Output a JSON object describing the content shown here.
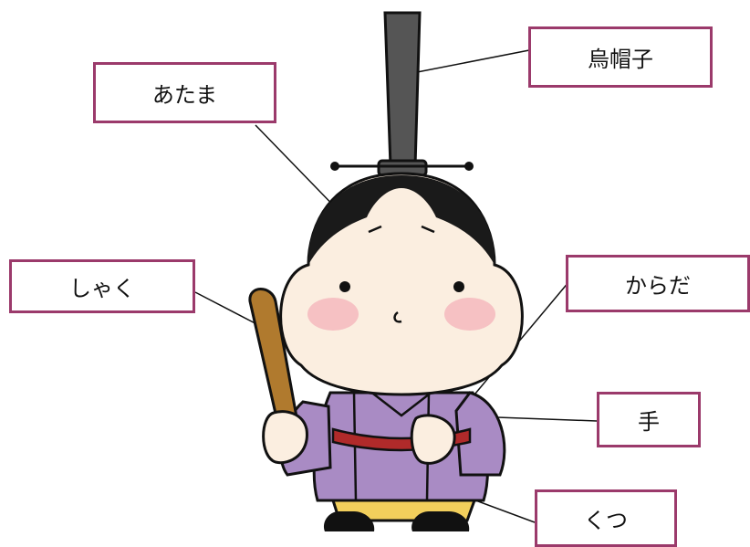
{
  "labels": {
    "atama": "あたま",
    "eboshi": "烏帽子",
    "shaku": "しゃく",
    "karada": "からだ",
    "te": "手",
    "kutsu": "くつ"
  },
  "colors": {
    "label_border": "#9b3a6b",
    "robe": "#a98bc4",
    "hat": "#555555",
    "sash": "#b02a2a",
    "pants": "#f2cf5c",
    "shaku": "#b07a2e",
    "skin": "#fbeee0",
    "hair": "#1a1a1a"
  }
}
